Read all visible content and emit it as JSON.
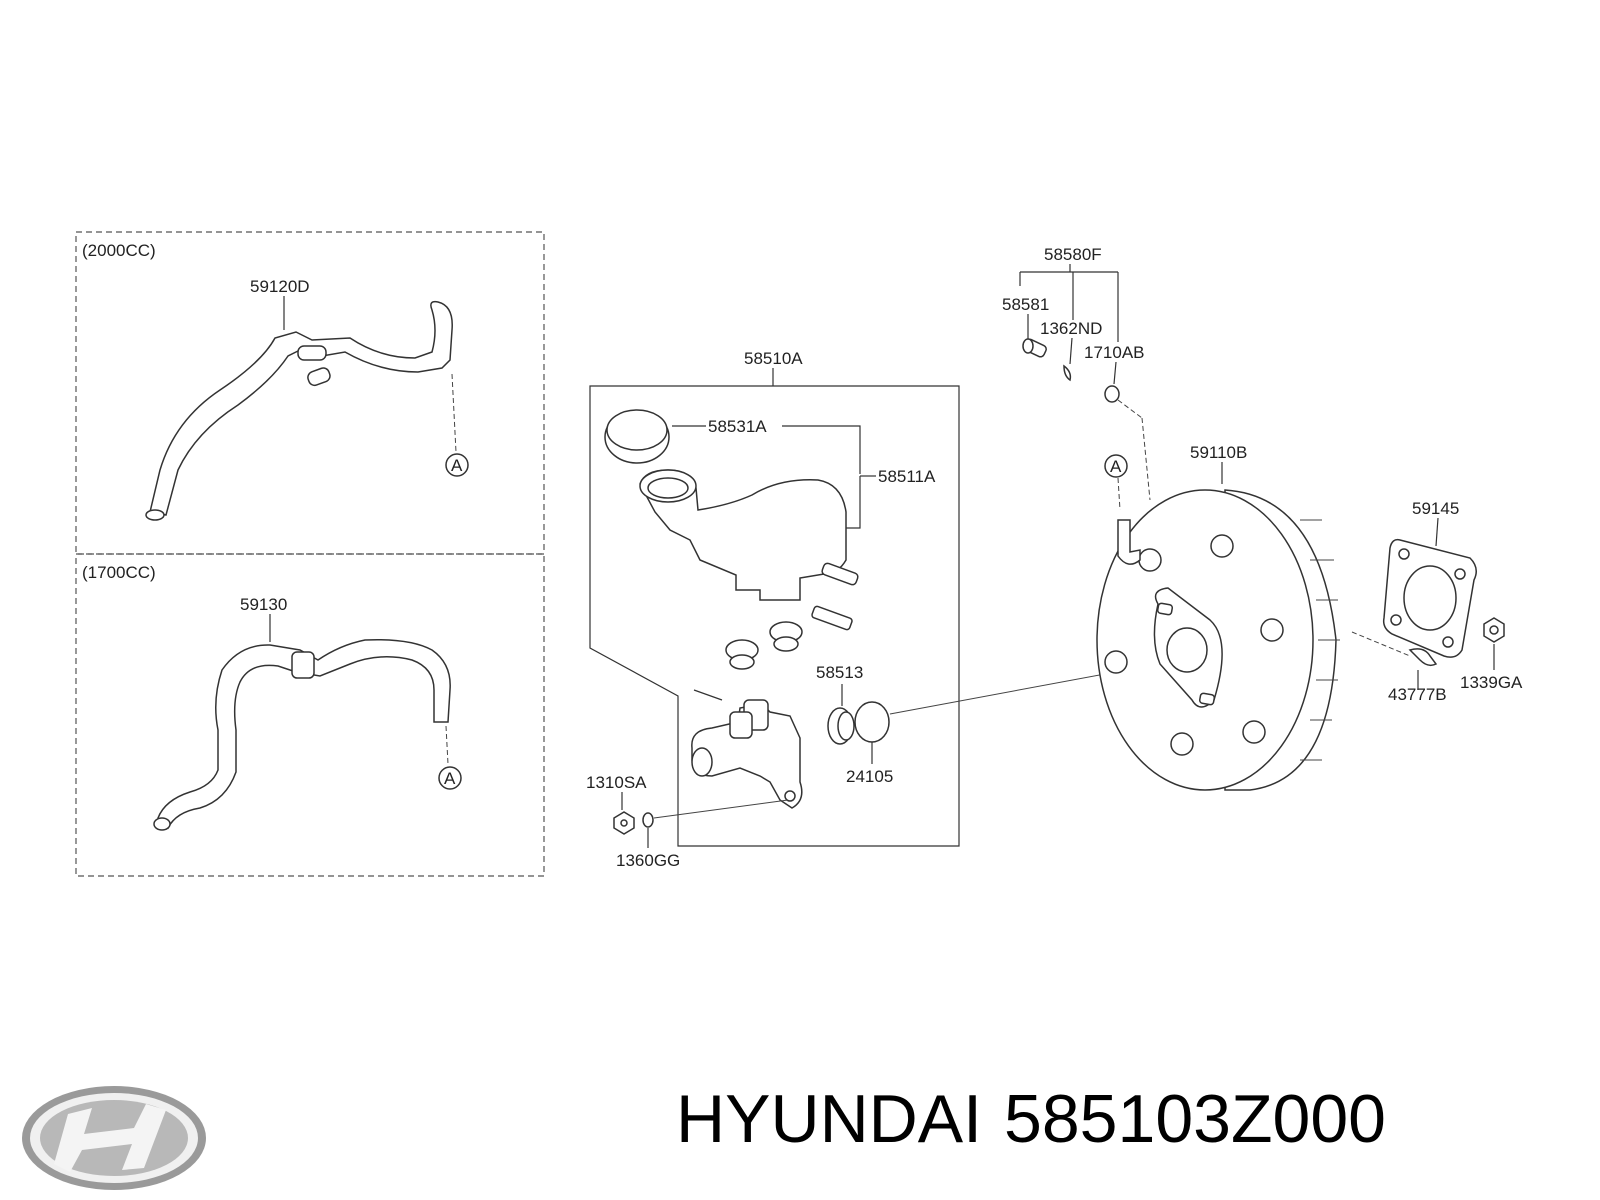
{
  "groups": {
    "g2000": "(2000CC)",
    "g1700": "(1700CC)"
  },
  "labels": {
    "p59120D": "59120D",
    "p59130": "59130",
    "p58510A": "58510A",
    "p58531A": "58531A",
    "p58511A": "58511A",
    "p58513": "58513",
    "p24105": "24105",
    "p1310SA": "1310SA",
    "p1360GG": "1360GG",
    "p58580F": "58580F",
    "p58581": "58581",
    "p1362ND": "1362ND",
    "p1710AB": "1710AB",
    "p59110B": "59110B",
    "p59145": "59145",
    "p43777B": "43777B",
    "p1339GA": "1339GA"
  },
  "connector": "A",
  "brand": {
    "name": "HYUNDAI",
    "part_number": "585103Z000"
  }
}
